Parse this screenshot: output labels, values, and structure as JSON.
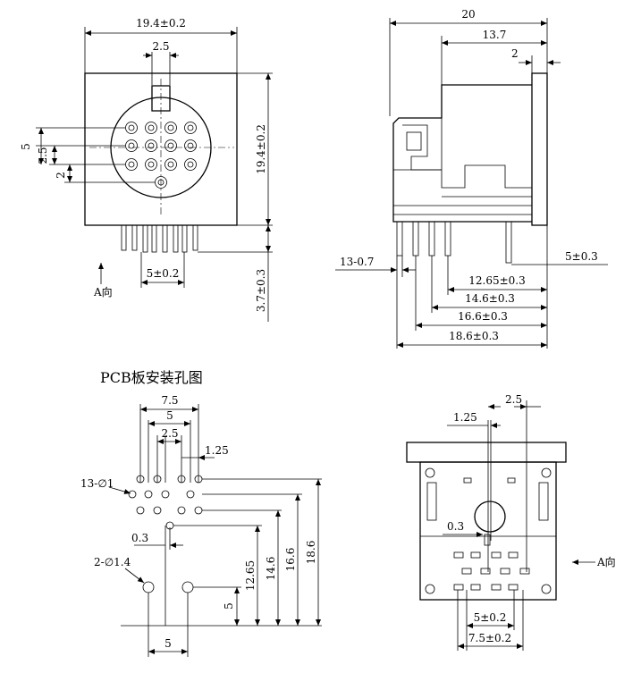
{
  "front_view": {
    "width_label": "19.4±0.2",
    "key_label": "2.5",
    "height_label": "19.4±0.2",
    "pin_row_5": "5",
    "pin_row_25": "2.5",
    "pin_row_2": "2",
    "pin_pitch": "5±0.2",
    "pin_length": "3.7±0.3",
    "view_arrow": "A向"
  },
  "side_view": {
    "total_depth": "20",
    "body_depth": "13.7",
    "flange": "2",
    "pin_dia": "13-0.7",
    "post_offset": "5±0.3",
    "row1": "12.65±0.3",
    "row2": "14.6±0.3",
    "row3": "16.6±0.3",
    "row4": "18.6±0.3"
  },
  "pcb_layout": {
    "title": "PCB板安装孔图",
    "d75": "7.5",
    "d5": "5",
    "d25": "2.5",
    "d125": "1.25",
    "holes13": "13-∅1",
    "d03": "0.3",
    "holes2": "2-∅1.4",
    "v1265": "12.65",
    "v146": "14.6",
    "v166": "16.6",
    "v186": "18.6",
    "v5": "5",
    "bottom5": "5"
  },
  "bottom_view": {
    "d25": "2.5",
    "d125": "1.25",
    "d03": "0.3",
    "d5": "5±0.2",
    "d75": "7.5±0.2",
    "view_arrow": "A向"
  }
}
